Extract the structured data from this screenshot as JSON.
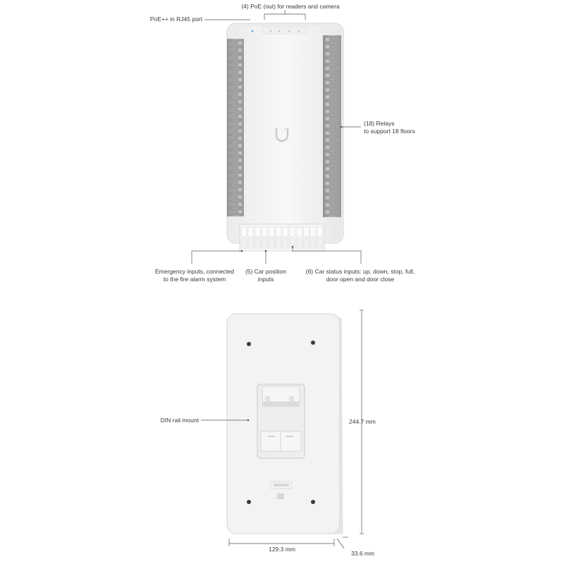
{
  "callouts": {
    "poe_out": "(4) PoE (out) for readers and camera",
    "poe_in": "PoE++ in RJ45 port",
    "relays_line1": "(18) Relays",
    "relays_line2": "to support 18 floors",
    "emergency_line1": "Emergency inputs, connected",
    "emergency_line2": "to the fire alarm system",
    "car_position_line1": "(5) Car position",
    "car_position_line2": "inputs",
    "car_status_line1": "(6) Car status inputs: up, down, stop, full,",
    "car_status_line2": "door open and door close",
    "din_rail": "DIN rail mount"
  },
  "dimensions": {
    "height": "244.7 mm",
    "width": "129.3 mm",
    "depth": "33.6 mm"
  },
  "colors": {
    "device_body": "#f4f4f4",
    "terminal_block": "#a9a9a9",
    "leader_line": "#555555"
  },
  "icons": {
    "logo": "ubiquiti-u-logo"
  }
}
